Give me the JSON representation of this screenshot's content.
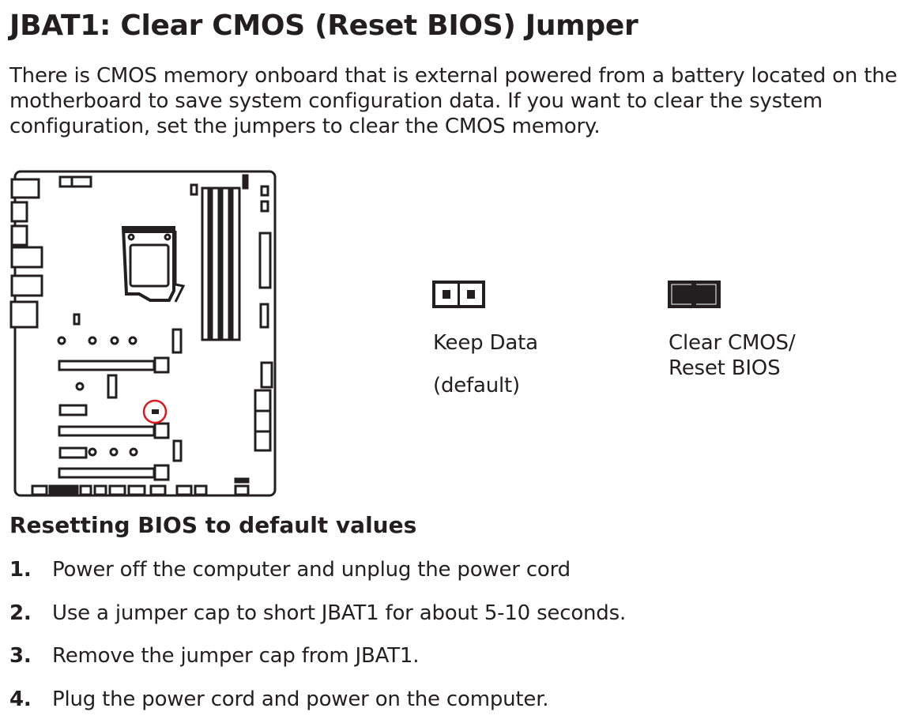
{
  "title": "JBAT1: Clear CMOS (Reset BIOS) Jumper",
  "intro": "There is CMOS memory onboard that is external powered from a battery located on the motherboard to save system configuration data. If you want to clear the system configuration, set the jumpers to clear the CMOS memory.",
  "jumpers": {
    "keep": {
      "label": "Keep Data",
      "sublabel": "(default)"
    },
    "clear": {
      "label_line1": "Clear CMOS/",
      "label_line2": "Reset BIOS"
    }
  },
  "highlight_color": "#e0161e",
  "section_heading": "Resetting BIOS to default values",
  "steps": [
    {
      "num": "1.",
      "text": "Power off the computer and unplug the power cord"
    },
    {
      "num": "2.",
      "text": "Use a jumper cap to short JBAT1 for about 5-10 seconds."
    },
    {
      "num": "3.",
      "text": "Remove the jumper cap from JBAT1."
    },
    {
      "num": "4.",
      "text": "Plug the power cord and power on the computer."
    }
  ]
}
